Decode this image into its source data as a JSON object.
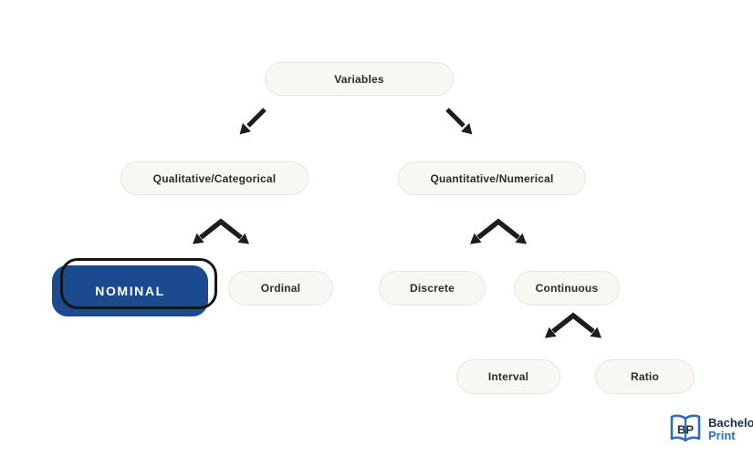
{
  "nodes": {
    "variables": "Variables",
    "qualitative": "Qualitative/Categorical",
    "quantitative": "Quantitative/Numerical",
    "nominal": "NOMINAL",
    "ordinal": "Ordinal",
    "discrete": "Discrete",
    "continuous": "Continuous",
    "interval": "Interval",
    "ratio": "Ratio"
  },
  "icons": {
    "branch_left": "arrow-down-left-icon",
    "branch_right": "arrow-down-right-icon",
    "split": "double-split-arrow-icon",
    "logo": "open-book-bp-monogram-icon"
  },
  "logo": {
    "name": "Bachelor",
    "product": "Print"
  },
  "colors": {
    "background": "#ffffff",
    "pill_bg": "#f8f7f4",
    "pill_border": "#e7e6e2",
    "pill_text": "#2e2c29",
    "arrow": "#1d1d1b",
    "outline": "#141414",
    "highlight": "#1b4a8f",
    "highlight_text": "#ffffff",
    "logo_navy": "#1d2a49",
    "logo_blue": "#2f6cb5"
  }
}
